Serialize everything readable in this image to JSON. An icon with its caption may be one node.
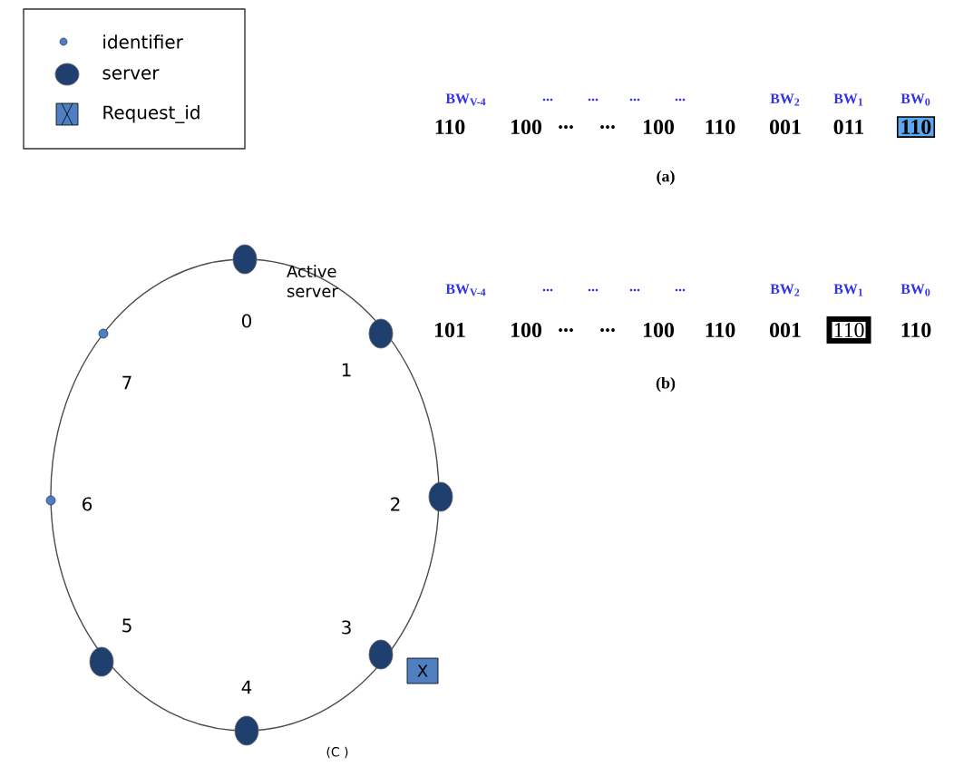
{
  "diagram": {
    "caption": "(C )",
    "nodes": [
      {
        "text": [],
        "shape": "circle"
      },
      {
        "text": [],
        "shape": "circle"
      },
      {
        "text": [],
        "shape": "circle"
      },
      {
        "text": [],
        "shape": "circle"
      },
      {
        "text": [],
        "shape": "circle"
      },
      {
        "text": [],
        "shape": "circle"
      },
      {
        "text": [],
        "shape": "circle"
      },
      {
        "text": [],
        "shape": "circle"
      },
      {
        "text": [
          "X"
        ]
      },
      {
        "text": [
          "110"
        ]
      },
      {
        "text": [
          "110"
        ]
      }
    ],
    "labels": [
      "BW$_{V-4}$",
      "...",
      "...",
      "...",
      "...",
      "BW$_{2}$",
      "BW$_{1}$",
      "BW$_{0}$",
      "110",
      "100",
      "...",
      "...",
      "100",
      "110",
      "001",
      "011",
      "(a)",
      "BW$_{V-4}$",
      "...",
      "...",
      "...",
      "...",
      "BW$_{2}$",
      "BW$_{1}$",
      "BW$_{0}$",
      "101",
      "100",
      "...",
      "...",
      "100",
      "110",
      "001",
      "110",
      "(b)",
      "Active server",
      "0",
      "7",
      "1",
      "6",
      "2",
      "5",
      "3",
      "4"
    ],
    "legend": [
      {
        "text": "identifier"
      },
      {
        "text": "server"
      },
      {
        "text": "Request_id"
      }
    ]
  }
}
